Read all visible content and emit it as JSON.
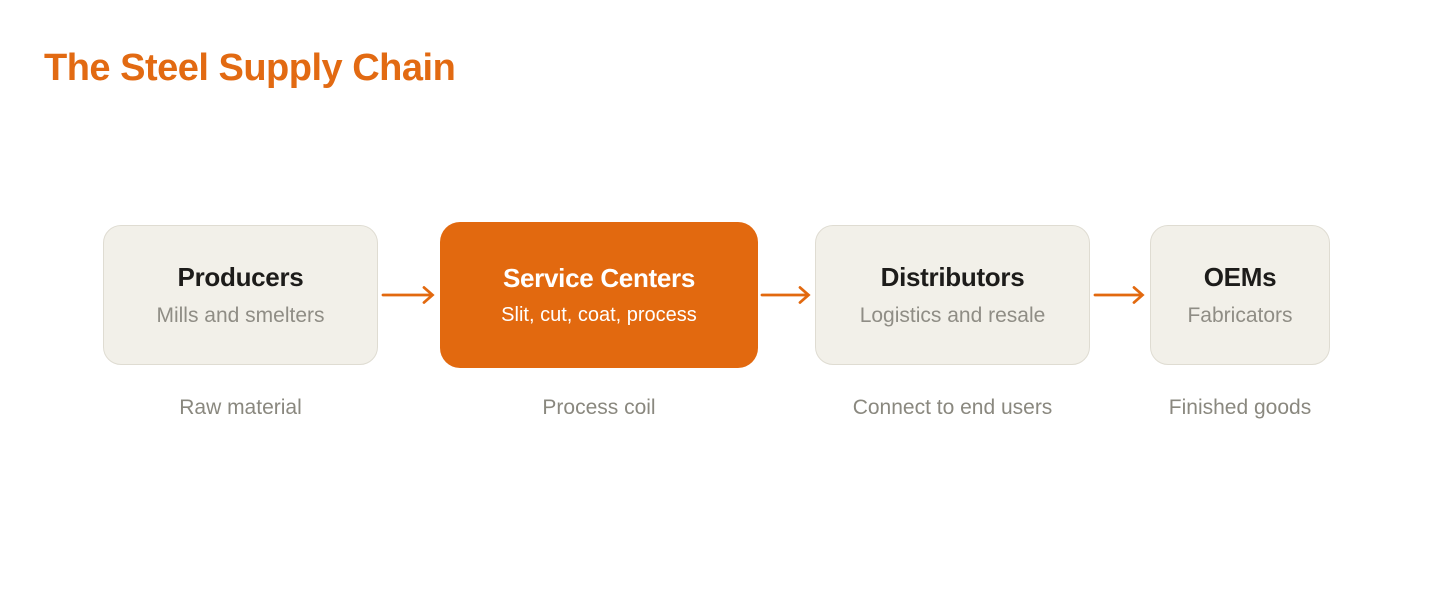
{
  "title": "The Steel Supply Chain",
  "colors": {
    "accent_orange": "#e2690f",
    "title_orange": "#e26a12",
    "box_background": "#f2f0e9",
    "box_border": "#dfdcd2",
    "heading_text": "#1d1c1a",
    "muted_text": "#8f8d85",
    "highlight_text": "#ffffff",
    "page_background": "#ffffff"
  },
  "flow": {
    "highlighted_stage": "Service Centers",
    "stages": [
      {
        "name": "Producers",
        "subtitle": "Mills and smelters",
        "caption": "Raw material",
        "highlight": false
      },
      {
        "name": "Service Centers",
        "subtitle": "Slit, cut, coat, process",
        "caption": "Process coil",
        "highlight": true
      },
      {
        "name": "Distributors",
        "subtitle": "Logistics and resale",
        "caption": "Connect to end users",
        "highlight": false
      },
      {
        "name": "OEMs",
        "subtitle": "Fabricators",
        "caption": "Finished goods",
        "highlight": false
      }
    ],
    "connectors": [
      {
        "icon": "arrow-right"
      },
      {
        "icon": "arrow-right"
      },
      {
        "icon": "arrow-right"
      }
    ]
  }
}
